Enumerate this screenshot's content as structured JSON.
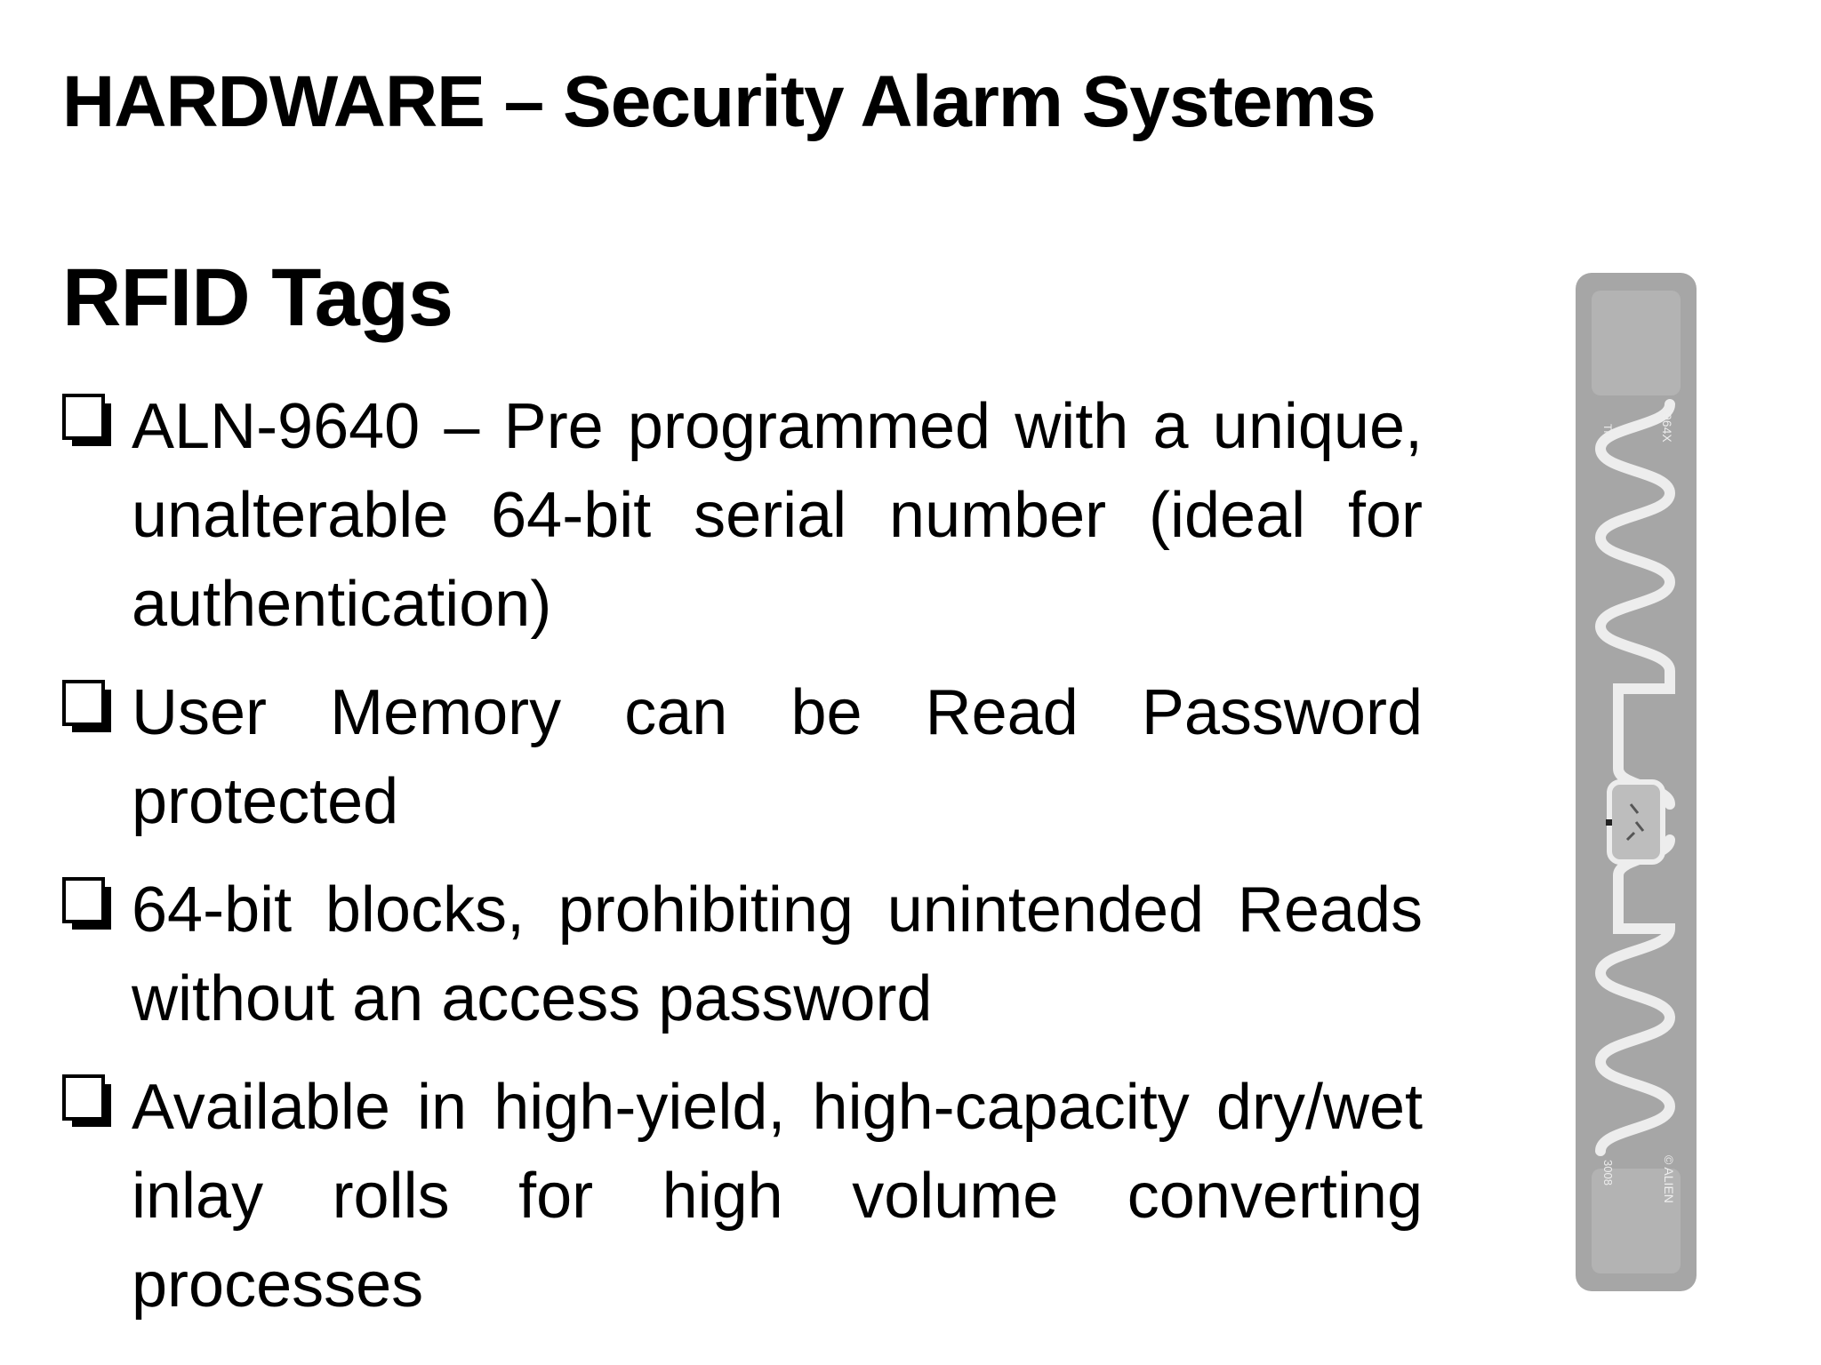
{
  "slide": {
    "title": "HARDWARE – Security Alarm Systems",
    "heading": "RFID Tags"
  },
  "bullets": [
    {
      "icon": "checkbox-square-icon",
      "text": "ALN-9640 – Pre programmed with a unique, unalterable 64-bit  serial number (ideal for authentication)"
    },
    {
      "icon": "checkbox-square-icon",
      "text": "User Memory can be Read Password protected"
    },
    {
      "icon": "checkbox-square-icon",
      "text": "64-bit blocks, prohibiting unintended Reads without an access password"
    },
    {
      "icon": "checkbox-square-icon",
      "text": "Available in high-yield, high-capacity dry/wet inlay rolls for high volume converting processes"
    }
  ],
  "figure": {
    "name": "rfid-tag-inlay-image",
    "label_top_right": "964X",
    "label_top_left": "TM",
    "label_bottom_left": "3008",
    "label_bottom_right": "© ALIEN",
    "colors": {
      "tag": "#a6a6a6",
      "trace": "#ededed"
    }
  }
}
